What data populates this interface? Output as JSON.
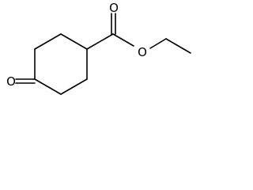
{
  "molecule": {
    "atoms": [
      {
        "symbol": "O",
        "role": "ketone"
      },
      {
        "symbol": "O",
        "role": "carbonyl"
      },
      {
        "symbol": "O",
        "role": "ester"
      }
    ]
  },
  "colors": {
    "bond": "#000000",
    "label": "#000000",
    "background": "#ffffff"
  }
}
